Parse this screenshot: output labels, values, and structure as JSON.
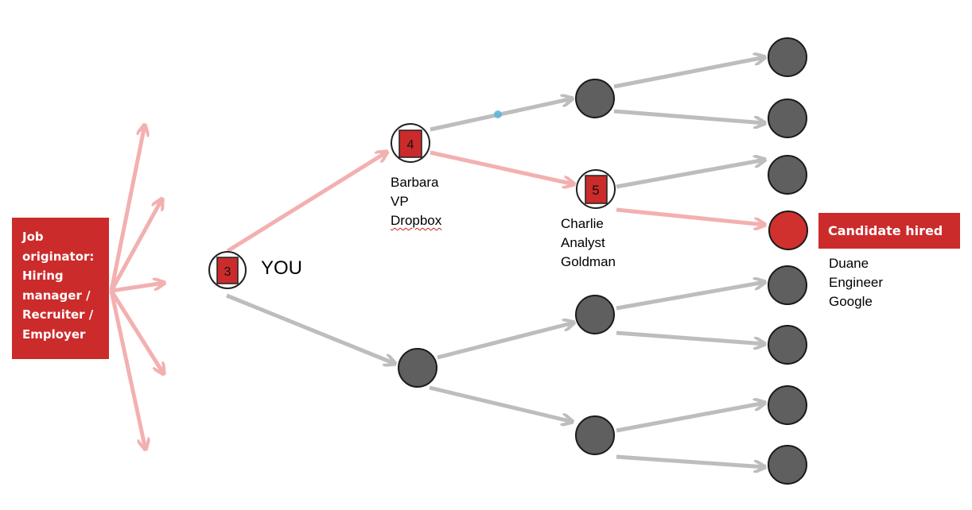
{
  "origin_box": {
    "lines": [
      "Job",
      "originator:",
      "Hiring",
      "manager /",
      "Recruiter /",
      "Employer"
    ]
  },
  "you": {
    "number": "3",
    "label": "YOU"
  },
  "barbara": {
    "number": "4",
    "name": "Barbara",
    "title": "VP",
    "company": "Dropbox"
  },
  "charlie": {
    "number": "5",
    "name": "Charlie",
    "title": "Analyst",
    "company": "Goldman"
  },
  "hired_box": {
    "label": "Candidate hired"
  },
  "duane": {
    "name": "Duane",
    "title": "Engineer",
    "company": "Google"
  },
  "colors": {
    "accent_red": "#cc2b2b",
    "path_red": "#f3b0b0",
    "edge_gray": "#bdbdbd",
    "node_gray": "#5f5f5f",
    "highlight_dot": "#5ab4dc"
  }
}
